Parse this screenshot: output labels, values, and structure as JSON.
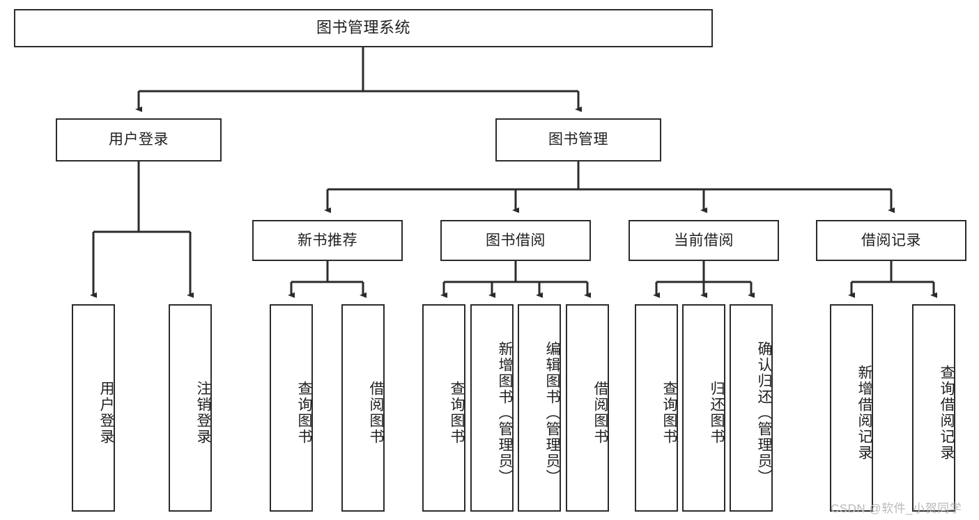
{
  "diagram": {
    "title": "图书管理系统",
    "type": "tree",
    "root": {
      "id": "root",
      "label": "图书管理系统"
    },
    "level2": [
      {
        "id": "user-login",
        "label": "用户登录"
      },
      {
        "id": "book-manage",
        "label": "图书管理"
      }
    ],
    "level3": [
      {
        "id": "new-book-recommend",
        "label": "新书推荐",
        "parent": "book-manage"
      },
      {
        "id": "book-borrow",
        "label": "图书借阅",
        "parent": "book-manage"
      },
      {
        "id": "current-borrow",
        "label": "当前借阅",
        "parent": "book-manage"
      },
      {
        "id": "borrow-record",
        "label": "借阅记录",
        "parent": "book-manage"
      }
    ],
    "leaves": [
      {
        "id": "leaf-user-login",
        "label": "用户登录",
        "parent": "user-login"
      },
      {
        "id": "leaf-logout-login",
        "label": "注销登录",
        "parent": "user-login"
      },
      {
        "id": "leaf-query-book-1",
        "label": "查询图书",
        "parent": "new-book-recommend"
      },
      {
        "id": "leaf-borrow-book-1",
        "label": "借阅图书",
        "parent": "new-book-recommend"
      },
      {
        "id": "leaf-query-book-2",
        "label": "查询图书",
        "parent": "book-borrow"
      },
      {
        "id": "leaf-add-book",
        "label": "新增图书（管理员）",
        "parent": "book-borrow"
      },
      {
        "id": "leaf-edit-book",
        "label": "编辑图书（管理员）",
        "parent": "book-borrow"
      },
      {
        "id": "leaf-borrow-book-2",
        "label": "借阅图书",
        "parent": "book-borrow"
      },
      {
        "id": "leaf-query-book-3",
        "label": "查询图书",
        "parent": "current-borrow"
      },
      {
        "id": "leaf-return-book",
        "label": "归还图书",
        "parent": "current-borrow"
      },
      {
        "id": "leaf-confirm-return",
        "label": "确认归还（管理员）",
        "parent": "current-borrow"
      },
      {
        "id": "leaf-add-record",
        "label": "新增借阅记录",
        "parent": "borrow-record"
      },
      {
        "id": "leaf-query-record",
        "label": "查询借阅记录",
        "parent": "borrow-record"
      }
    ]
  },
  "watermark": {
    "text": "CSDN @软件_小贺同学"
  },
  "colors": {
    "stroke": "#2b2b2b",
    "fill": "#ffffff",
    "text": "#1f1f1f",
    "watermark": "#b9b9b9"
  }
}
